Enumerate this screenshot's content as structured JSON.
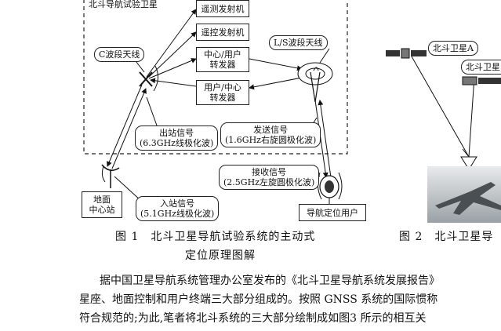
{
  "fig1": {
    "group_title": "北斗导航试验卫星",
    "tx_telemetry": "遥测发射机",
    "tx_remote": "遥控发射机",
    "transponder_center_user": [
      "中心/用户",
      "转发器"
    ],
    "transponder_user_center": [
      "用户/中心",
      "转发器"
    ],
    "c_band_antenna": "C波段天线",
    "ls_band_antenna": "L/S波段天线",
    "outbound_signal": [
      "出站信号",
      "(6.3GHz线极化波)"
    ],
    "send_signal": [
      "发送信号",
      "(1.6GHz右旋圆极化波)"
    ],
    "receive_signal": [
      "接收信号",
      "(2.5GHz左旋圆极化波)"
    ],
    "inbound_signal": [
      "入站信号",
      "(5.1GHz线极化波)"
    ],
    "ground_center": [
      "地面",
      "中心站"
    ],
    "nav_user": "导航定位用户",
    "caption": [
      "图 1　北斗卫星导航试验系统的主动式",
      "定位原理图解"
    ]
  },
  "fig2": {
    "satellite_a": "北斗卫星A",
    "satellite_b_partial": "北斗卫星",
    "caption_partial": "图 2　北斗卫星导"
  },
  "body_text": [
    "据中国卫星导航系统管理办公室发布的《北斗卫星导航系统发展报告》",
    "星座、地面控制和用户终端三大部分组成的。按照 GNSS 系统的国际惯称",
    "符合规范的;为此,笔者将北斗系统的三大部分绘制成如图3 所示的相互关"
  ]
}
